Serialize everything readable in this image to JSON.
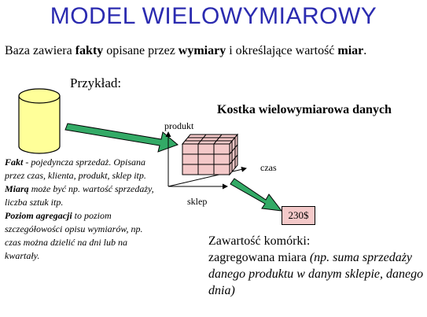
{
  "title": "MODEL WIELOWYMIAROWY",
  "subtitle": {
    "p1": "Baza zawiera ",
    "b1": "fakty",
    "p2": " opisane przez ",
    "b2": "wymiary",
    "p3": " i określające wartość ",
    "b3": "miar",
    "p4": "."
  },
  "example_label": "Przykład:",
  "cube_title": "Kostka wielowymiarowa danych",
  "axes": {
    "y": "produkt",
    "z": "czas",
    "x": "sklep"
  },
  "description": {
    "fakt_term": "Fakt",
    "fakt_text": " - pojedyncza sprzedaż. Opisana przez czas, klienta, produkt, sklep itp.",
    "miara_term": "Miarą",
    "miara_text": " może być np. wartość sprzedaży, liczba sztuk itp.",
    "poziom_term": "Poziom agregacji",
    "poziom_text": " to poziom szczegółowości opisu wymiarów, np. czas można dzielić na dni lub na kwartały."
  },
  "cell_value": "230$",
  "cell_description": {
    "line1": "Zawartość komórki:",
    "line2": "zagregowana miara ",
    "italic": "(np. suma sprzedaży danego produktu w danym sklepie, danego dnia)"
  },
  "colors": {
    "title": "#2b2bb0",
    "db_fill": "#ffff99",
    "cube_fill": "#f4c9c9",
    "arrow_fill": "#33aa66"
  }
}
